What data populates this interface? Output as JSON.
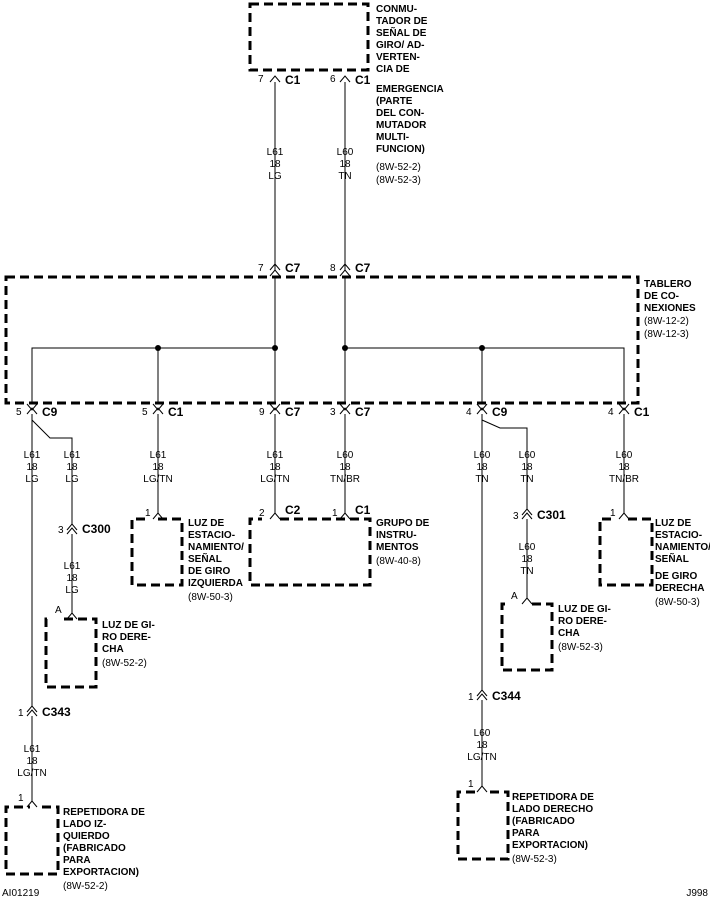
{
  "labels": {
    "switch": [
      "CONMU-",
      "TADOR DE",
      "SEÑAL DE",
      "GIRO/ AD-",
      "VERTEN-",
      "CIA DE",
      "EMERGENCIA",
      "(PARTE",
      "DEL CON-",
      "MUTADOR",
      "MULTI-",
      "FUNCION)"
    ],
    "switch_refs": [
      "(8W-52-2)",
      "(8W-52-3)"
    ],
    "junction": [
      "TABLERO",
      "DE CO-",
      "NEXIONES"
    ],
    "junction_refs": [
      "(8W-12-2)",
      "(8W-12-3)"
    ],
    "park_left": [
      "LUZ DE",
      "ESTACIO-",
      "NAMIENTO/",
      "SEÑAL",
      "DE GIRO",
      "IZQUIERDA"
    ],
    "park_left_ref": "(8W-50-3)",
    "cluster": [
      "GRUPO DE",
      "INSTRU-",
      "MENTOS"
    ],
    "cluster_ref": "(8W-40-8)",
    "park_right": [
      "LUZ DE",
      "ESTACIO-",
      "NAMIENTO/",
      "SEÑAL",
      "DE GIRO",
      "DERECHA"
    ],
    "park_right_ref": "(8W-50-3)",
    "turn_left": [
      "LUZ DE GI-",
      "RO DERE-",
      "CHA"
    ],
    "turn_left_ref": "(8W-52-2)",
    "turn_right": [
      "LUZ DE GI-",
      "RO DERE-",
      "CHA"
    ],
    "turn_right_ref": "(8W-52-3)",
    "rep_left": [
      "REPETIDORA DE",
      "LADO IZ-",
      "QUIERDO",
      "(FABRICADO",
      "PARA",
      "EXPORTACION)"
    ],
    "rep_left_ref": "(8W-52-2)",
    "rep_right": [
      "REPETIDORA DE",
      "LADO DERECHO",
      "(FABRICADO",
      "PARA",
      "EXPORTACION)"
    ],
    "rep_right_ref": "(8W-52-3)"
  },
  "connectors": {
    "sw_c1_a": {
      "pin": "7",
      "name": "C1"
    },
    "sw_c1_b": {
      "pin": "6",
      "name": "C1"
    },
    "jb_c7_a": {
      "pin": "7",
      "name": "C7"
    },
    "jb_c7_b": {
      "pin": "8",
      "name": "C7"
    },
    "jb_c9_l": {
      "pin": "5",
      "name": "C9"
    },
    "jb_c1_l": {
      "pin": "5",
      "name": "C1"
    },
    "jb_c7_c": {
      "pin": "9",
      "name": "C7"
    },
    "jb_c7_d": {
      "pin": "3",
      "name": "C7"
    },
    "jb_c9_r": {
      "pin": "4",
      "name": "C9"
    },
    "jb_c1_r": {
      "pin": "4",
      "name": "C1"
    },
    "pk_l": {
      "pin": "1",
      "name": ""
    },
    "cl_c2": {
      "pin": "2",
      "name": "C2"
    },
    "cl_c1": {
      "pin": "1",
      "name": "C1"
    },
    "pk_r": {
      "pin": "1",
      "name": ""
    },
    "c300": {
      "pin": "3",
      "name": "C300"
    },
    "c301": {
      "pin": "3",
      "name": "C301"
    },
    "tl_a": {
      "pin": "A",
      "name": ""
    },
    "tr_a": {
      "pin": "A",
      "name": ""
    },
    "c343": {
      "pin": "1",
      "name": "C343"
    },
    "c344": {
      "pin": "1",
      "name": "C344"
    },
    "rl_1": {
      "pin": "1",
      "name": ""
    },
    "rr_1": {
      "pin": "1",
      "name": ""
    }
  },
  "wires": {
    "w_sw_a": [
      "L61",
      "18",
      "LG"
    ],
    "w_sw_b": [
      "L60",
      "18",
      "TN"
    ],
    "w_c9l": [
      "L61",
      "18",
      "LG"
    ],
    "w_c9l2": [
      "L61",
      "18",
      "LG"
    ],
    "w_c1l": [
      "L61",
      "18",
      "LG/TN"
    ],
    "w_c7c": [
      "L61",
      "18",
      "LG/TN"
    ],
    "w_c7d": [
      "L60",
      "18",
      "TN/BR"
    ],
    "w_c9r": [
      "L60",
      "18",
      "TN"
    ],
    "w_c9r2": [
      "L60",
      "18",
      "TN"
    ],
    "w_c1r": [
      "L60",
      "18",
      "TN/BR"
    ],
    "w_c300": [
      "L61",
      "18",
      "LG"
    ],
    "w_c301": [
      "L60",
      "18",
      "TN"
    ],
    "w_c343": [
      "L61",
      "18",
      "LG/TN"
    ],
    "w_c344": [
      "L60",
      "18",
      "LG/TN"
    ]
  },
  "footer": {
    "left_code": "AI01219",
    "right_code": "J998"
  }
}
